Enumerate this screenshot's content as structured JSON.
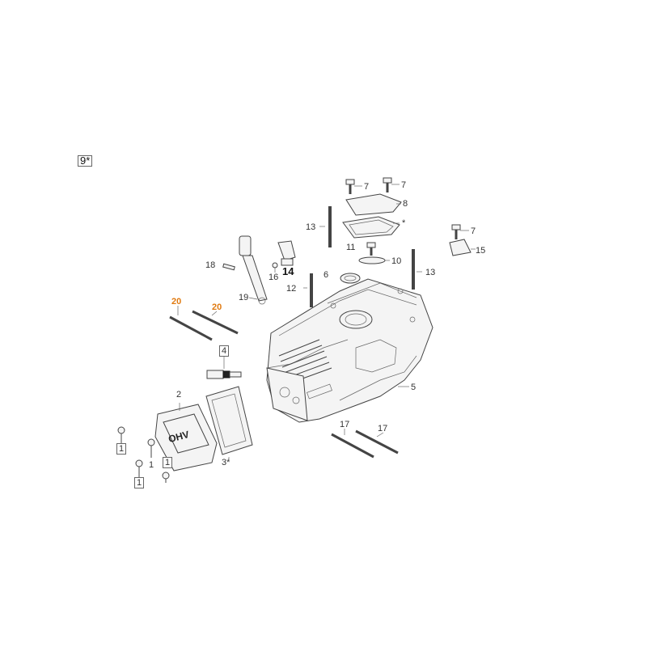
{
  "diagram": {
    "title": "9*",
    "labels": {
      "l1a": "1",
      "l1b": "1",
      "l1c": "1",
      "l1d": "1",
      "l2": "2",
      "l3": "3*",
      "l4": "4",
      "l5": "5",
      "l6": "6",
      "l7a": "7",
      "l7b": "7",
      "l7c": "7",
      "l8": "8",
      "lstar": "*",
      "l10": "10",
      "l11": "11",
      "l12": "12",
      "l13a": "13",
      "l13b": "13",
      "l14": "14",
      "l15": "15",
      "l16": "16",
      "l17a": "17",
      "l17b": "17",
      "l18": "18",
      "l19": "19",
      "l20a": "20",
      "l20b": "20"
    },
    "cover_logo": "OHV"
  }
}
